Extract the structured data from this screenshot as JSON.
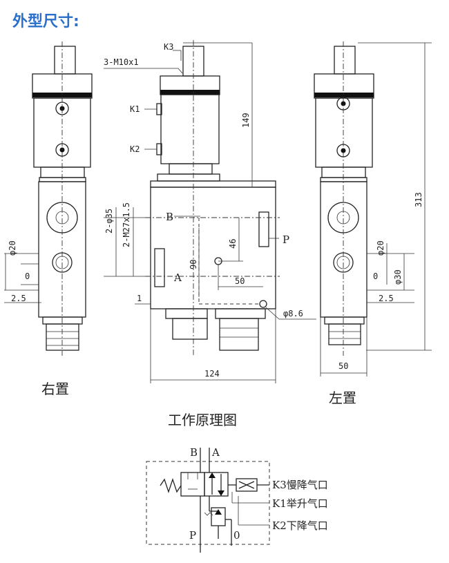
{
  "title": "外型尺寸:",
  "captions": {
    "right": "右置",
    "left": "左置",
    "principle": "工作原理图"
  },
  "dimensions": {
    "thread_k3": "3-M10x1",
    "k3": "K3",
    "k1": "K1",
    "k2": "K2",
    "h149": "149",
    "phi35": "2-φ35",
    "m27": "2-M27x1.5",
    "b": "B",
    "a": "A",
    "p": "P",
    "d46": "46",
    "d90": "90",
    "d50a": "50",
    "phi86": "φ8.6",
    "d124": "124",
    "d1": "1",
    "phi20_r": "φ20",
    "zero_r": "0",
    "d25_r": "2.5",
    "phi20_l": "φ20",
    "phi30_l": "φ30",
    "zero_l": "0",
    "d25_l": "2.5",
    "d313": "313",
    "d50b": "50"
  },
  "schematic": {
    "port_b": "B",
    "port_a": "A",
    "port_p": "P",
    "port_o": "0",
    "k3_label": "K3慢降气口",
    "k1_label": "K1举升气口",
    "k2_label": "K2下降气口"
  }
}
